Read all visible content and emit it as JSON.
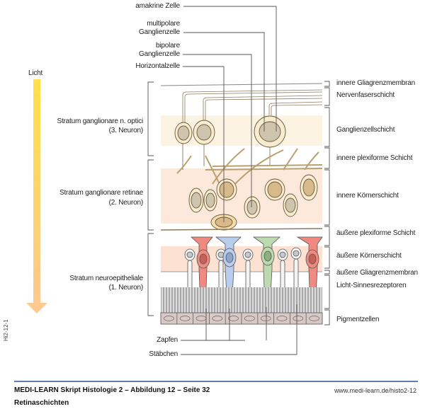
{
  "diagram": {
    "title": "Retinaschichten",
    "light_label": "Licht",
    "top_labels": [
      {
        "id": "amakrine",
        "text": "amakrine Zelle"
      },
      {
        "id": "multipolar",
        "line1": "multipolare",
        "line2": "Ganglienzelle"
      },
      {
        "id": "bipolar",
        "line1": "bipolare",
        "line2": "Ganglienzelle"
      },
      {
        "id": "horizontal",
        "text": "Horizontalzelle"
      }
    ],
    "left_strata": [
      {
        "name": "Stratum ganglionare n. optici",
        "neuron": "(3. Neuron)"
      },
      {
        "name": "Stratum ganglionare retinae",
        "neuron": "(2. Neuron)"
      },
      {
        "name": "Stratum neuroepitheliale",
        "neuron": "(1. Neuron)"
      }
    ],
    "right_layers": [
      "innere Gliagrenzmembran",
      "Nervenfaserschicht",
      "Ganglienzellschicht",
      "innere plexiforme Schicht",
      "innere Körnerschicht",
      "äußere plexiforme Schicht",
      "äußere Körnerschicht",
      "äußere Gliagrenzmembran",
      "Licht-Sinnesrezeptoren",
      "Pigmentzellen"
    ],
    "bottom_labels": {
      "cones": "Zapfen",
      "rods": "Stäbchen"
    },
    "figure_id": "Hi2-12-1",
    "colors": {
      "arrow_top": "#ffe14a",
      "arrow_bottom": "#fcc98e",
      "cell_fill": "#f8ecd0",
      "nucleus": "#cfc4ae",
      "cone_red": "#f08a80",
      "cone_blue": "#b9cdef",
      "cone_green": "#bcd9b0",
      "band_light": "#fdf3e3",
      "band_peach": "#fde8dc",
      "pigment": "#d8c9c4",
      "footer_rule": "#5b7fb3"
    }
  },
  "footer": {
    "title": "MEDI-LEARN Skript Histologie 2 – Abbildung 12 – Seite 32",
    "subtitle": "Retinaschichten",
    "url": "www.medi-learn.de/histo2-12"
  }
}
